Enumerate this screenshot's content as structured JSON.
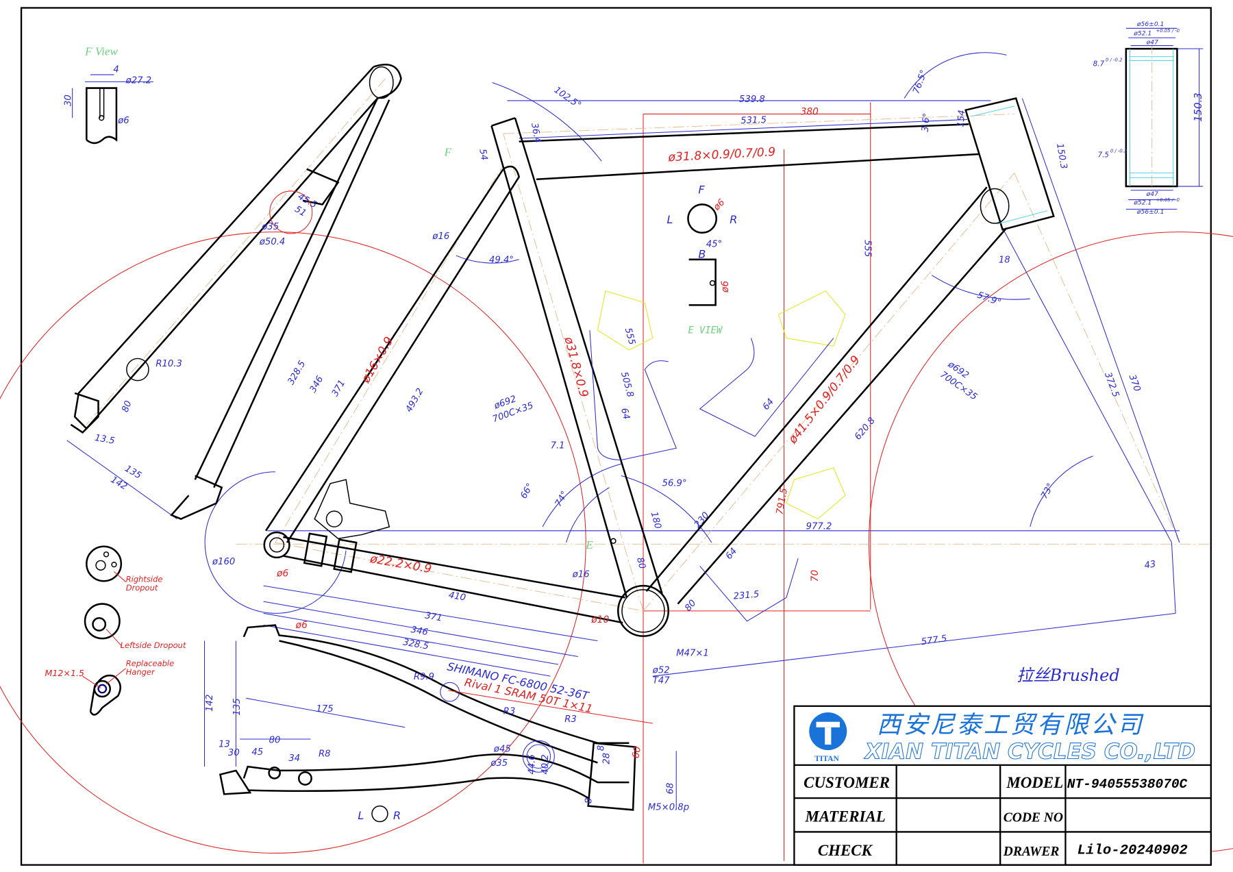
{
  "views": {
    "f_view_title": "F View",
    "e_view_title": "E VIEW",
    "f_arrow": "F",
    "e_arrow": "E",
    "e_view_f": "F",
    "e_view_l": "L",
    "e_view_r": "R",
    "e_view_b": "B",
    "e_view_angle": "45°",
    "bottom_l": "L",
    "bottom_r": "R"
  },
  "f_view": {
    "slot": "4",
    "diameter": "ø27.2",
    "depth": "30",
    "hole": "ø6"
  },
  "headtube_detail": {
    "outer_top": "ø56±0.1",
    "seat_top": "ø52.1",
    "seat_tol": "+0.05 / -0",
    "inner_top": "ø47",
    "outer_bottom": "ø56±0.1",
    "seat_bottom": "ø52.1",
    "seat_tol_b": "+0.05 / -0",
    "inner_bottom": "ø47",
    "top_depth": "8.7",
    "top_depth_tol": "0 / -0.2",
    "bottom_depth": "7.5",
    "bottom_depth_tol": "0 / -0.2",
    "length": "150.3"
  },
  "dims": [
    "102.5°",
    "539.8",
    "531.5",
    "36.4",
    "54",
    "76.5°",
    "3.6°",
    "154",
    "150.3",
    "18",
    "57.9°",
    "ø692",
    "700C×35",
    "372.5",
    "370",
    "73°",
    "43",
    "577.5",
    "620.8",
    "231.5",
    "80",
    "230",
    "64",
    "64",
    "56.9°",
    "180",
    "80",
    "ø16",
    "7.1",
    "505.8",
    "64",
    "555",
    "555",
    "66°",
    "74°",
    "ø692",
    "700C×35",
    "493.2",
    "49.4°",
    "ø16",
    "328.5",
    "346",
    "371",
    "ø35",
    "ø50.4",
    "45.5",
    "51",
    "R10.3",
    "80",
    "13.5",
    "135",
    "142",
    "ø160",
    "410",
    "371",
    "346",
    "328.5",
    "M47×1",
    "ø52",
    "T47",
    "SHIMANO FC-6800 52-36T",
    "R9.9",
    "R3",
    "R3",
    "ø45",
    "ø35",
    "44.6",
    "40.2",
    "68",
    "M5×0.8p",
    "175",
    "142",
    "135",
    "80",
    "45",
    "34",
    "R8",
    "13",
    "30",
    "977.2",
    "28",
    "8",
    "8",
    "ø6"
  ],
  "red_notes": [
    "380",
    "ø31.8×0.9/0.7/0.9",
    "ø41.5×0.9/0.7/0.9",
    "ø31.8×0.9",
    "ø16×0.9",
    "ø22.2×0.9",
    "Rival 1 SRAM 50T 1×11",
    "ø6",
    "ø6",
    "ø10",
    "70",
    "791.5",
    "60",
    "ø6"
  ],
  "parts": {
    "right_dropout": [
      "Rightside",
      "Dropout"
    ],
    "left_dropout": "Leftside Dropout",
    "hanger": [
      "Replaceable",
      "Hanger"
    ],
    "hanger_thread": "M12×1.5"
  },
  "finish": "拉丝Brushed",
  "title_block": {
    "logo_text": "TITAN",
    "company_cn": "西安尼泰工贸有限公司",
    "company_en": "XIAN TITAN CYCLES CO.,LTD",
    "customer_label": "CUSTOMER",
    "customer_value": "",
    "material_label": "MATERIAL",
    "material_value": "",
    "check_label": "CHECK",
    "check_value": "",
    "model_label": "MODEL",
    "model_value": "NT-94055538070C",
    "code_label": "CODE NO",
    "code_value": "",
    "drawer_label": "DRAWER",
    "drawer_value": "Lilo-20240902"
  },
  "colors": {
    "dimension": "#2a2ad0",
    "note": "#e02020",
    "view": "#6fcf7f",
    "logo": "#1a73d9"
  }
}
